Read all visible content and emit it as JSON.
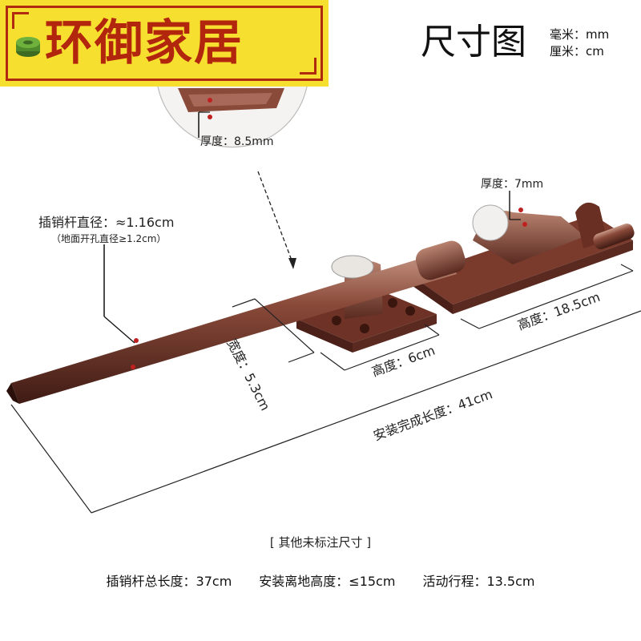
{
  "brand": {
    "name": "环御家居"
  },
  "header": {
    "title": "尺寸图",
    "units": [
      "毫米：mm",
      "厘米：cm"
    ]
  },
  "callouts": {
    "thickness_inset": "厚度：8.5mm",
    "thickness_lock": "厚度：7mm",
    "rod_diameter": "插销杆直径：≈1.16cm",
    "hole_diameter": "（地面开孔直径≥1.2cm）",
    "width_guide": "宽度：5.3cm",
    "height_guide": "高度：6cm",
    "height_lock": "高度：18.5cm",
    "installed_length": "安装完成长度：41cm"
  },
  "footer": {
    "note": "[ 其他未标注尺寸 ]",
    "specs": [
      "插销杆总长度：37cm",
      "安装离地高度：≤15cm",
      "活动行程：13.5cm"
    ]
  },
  "colors": {
    "brand_bg": "#f7df2f",
    "brand_red": "#b3260e",
    "bronze": "#7a3a2c"
  }
}
